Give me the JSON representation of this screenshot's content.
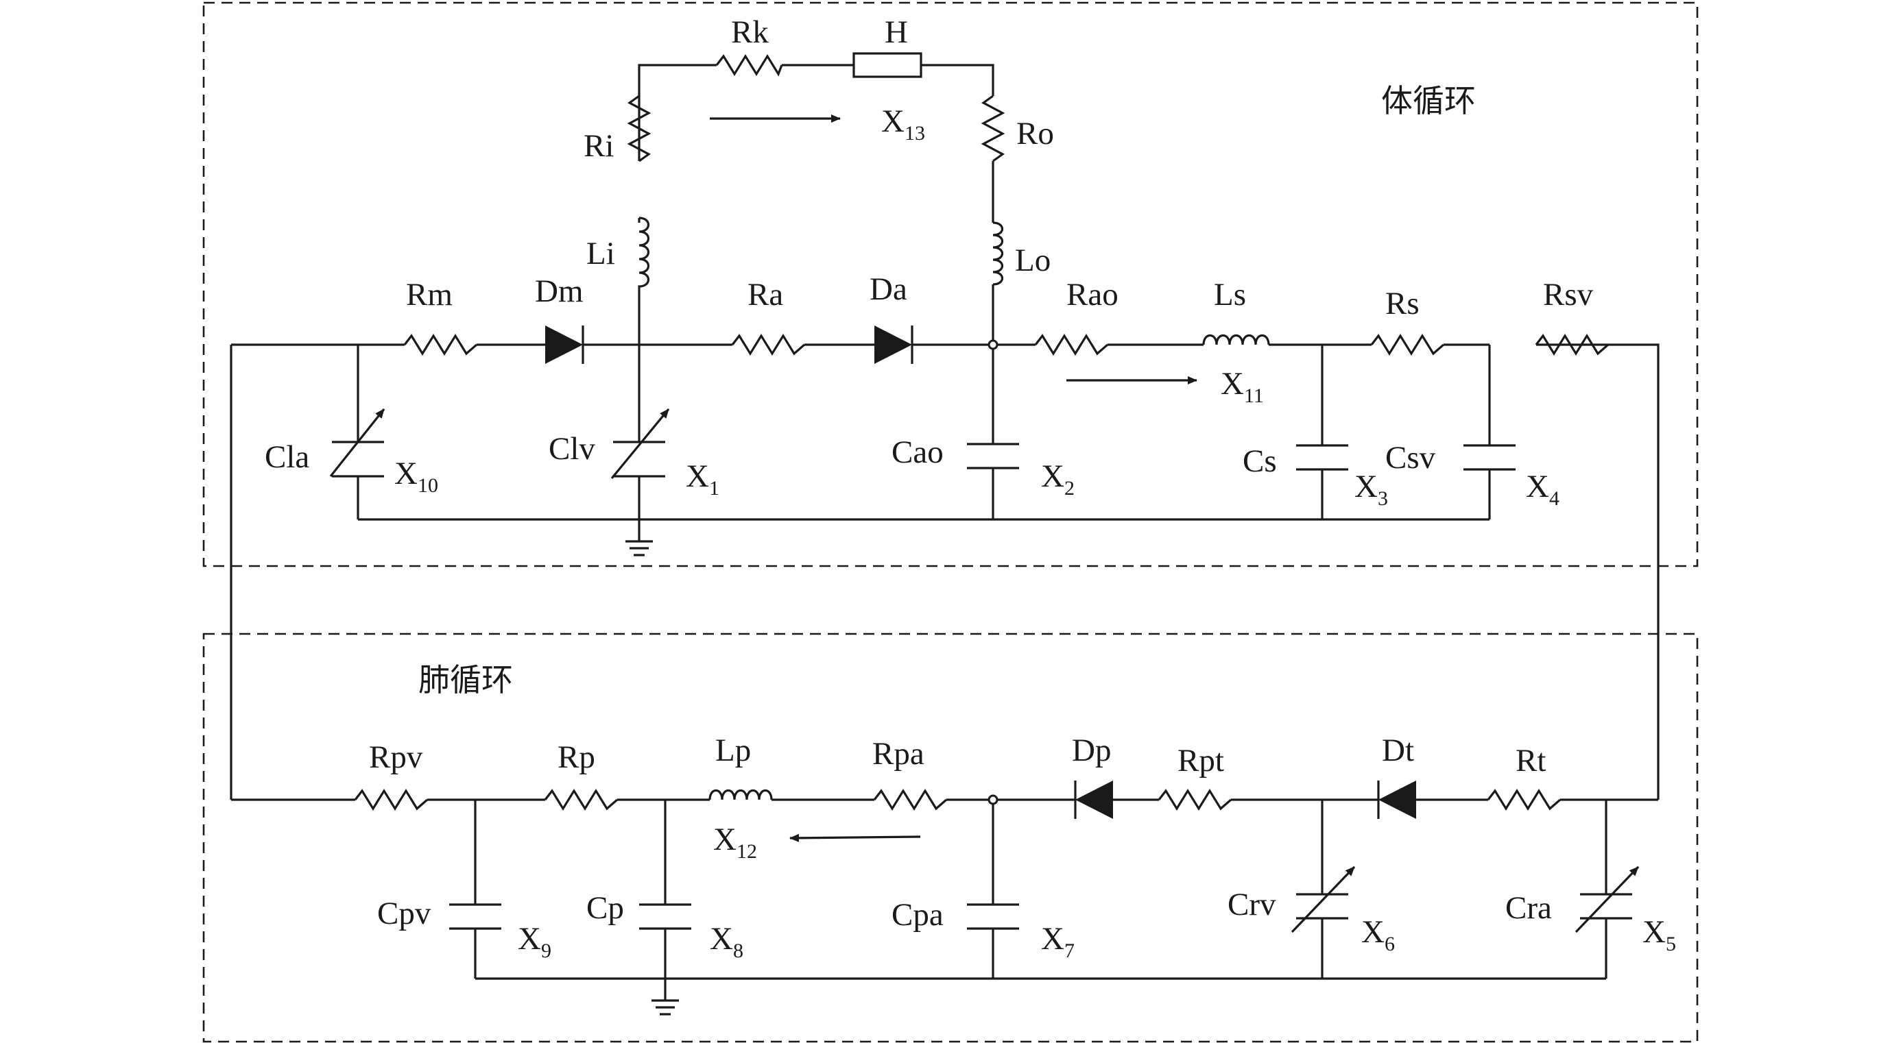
{
  "sections": {
    "systemic": "体循环",
    "pulmonary": "肺循环"
  },
  "labels": {
    "Rk": "Rk",
    "H": "H",
    "Ri": "Ri",
    "Ro": "Ro",
    "Li": "Li",
    "Lo": "Lo",
    "Rm": "Rm",
    "Dm": "Dm",
    "Ra": "Ra",
    "Da": "Da",
    "Rao": "Rao",
    "Ls": "Ls",
    "Rs": "Rs",
    "Rsv": "Rsv",
    "Cla": "Cla",
    "Clv": "Clv",
    "Cao": "Cao",
    "Cs": "Cs",
    "Csv": "Csv",
    "Rpv": "Rpv",
    "Rp": "Rp",
    "Lp": "Lp",
    "Rpa": "Rpa",
    "Dp": "Dp",
    "Rpt": "Rpt",
    "Dt": "Dt",
    "Rt": "Rt",
    "Cpv": "Cpv",
    "Cp": "Cp",
    "Cpa": "Cpa",
    "Crv": "Crv",
    "Cra": "Cra"
  },
  "states": {
    "x_letter": "X",
    "X1": "1",
    "X2": "2",
    "X3": "3",
    "X4": "4",
    "X5": "5",
    "X6": "6",
    "X7": "7",
    "X8": "8",
    "X9": "9",
    "X10": "10",
    "X11": "11",
    "X12": "12",
    "X13": "13"
  }
}
